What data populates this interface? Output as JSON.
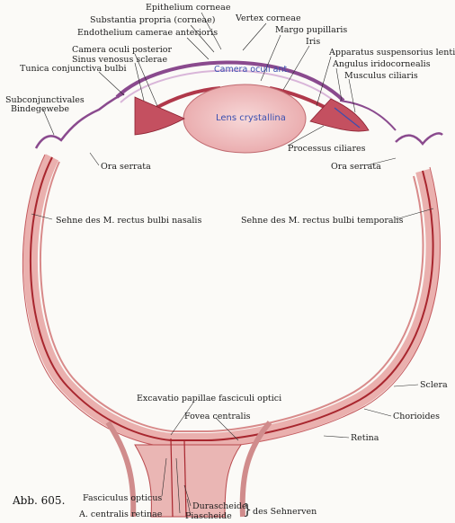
{
  "figure_number": "Abb. 605.",
  "labels": {
    "epithelium_corneae": "Epithelium corneae",
    "substantia_propria": "Substantia propria (corneae)",
    "vertex_corneae": "Vertex corneae",
    "endothelium": "Endothelium camerae anterioris",
    "margo_pupillaris": "Margo pupillaris",
    "camera_posterior": "Camera oculi posterior",
    "iris": "Iris",
    "sinus_venosus": "Sinus venosus sclerae",
    "apparatus": "Apparatus suspensorius lentis",
    "tunica_conjunctiva": "Tunica conjunctiva bulbi",
    "angulus": "Angulus iridocornealis",
    "camera_anterior": "Camera oculi ant.",
    "musculus_ciliaris": "Musculus ciliaris",
    "subconjunctivales_1": "Subconjunctivales",
    "subconjunctivales_2": "Bindegewebe",
    "lens": "Lens crystallina",
    "processus_ciliares": "Processus ciliares",
    "ora_serrata_left": "Ora serrata",
    "ora_serrata_right": "Ora serrata",
    "sehne_nasalis": "Sehne des M. rectus bulbi nasalis",
    "sehne_temporalis": "Sehne des M. rectus bulbi temporalis",
    "sclera": "Sclera",
    "excavatio": "Excavatio papillae fasciculi optici",
    "chorioides": "Chorioides",
    "fovea": "Fovea centralis",
    "retina": "Retina",
    "fasciculus": "Fasciculus opticus",
    "durascheide": "Durascheide",
    "a_centralis": "A. centralis retinae",
    "piascheide": "Piascheide",
    "des_sehnerven": "des Sehnerven"
  },
  "colors": {
    "sclera": "#e8a0a0",
    "chorioid": "#a8262e",
    "retina": "#d88a8a",
    "lens": "#f2c6c6",
    "cornea": "#8a4a8e",
    "label_blue": "#3a4fb0"
  }
}
